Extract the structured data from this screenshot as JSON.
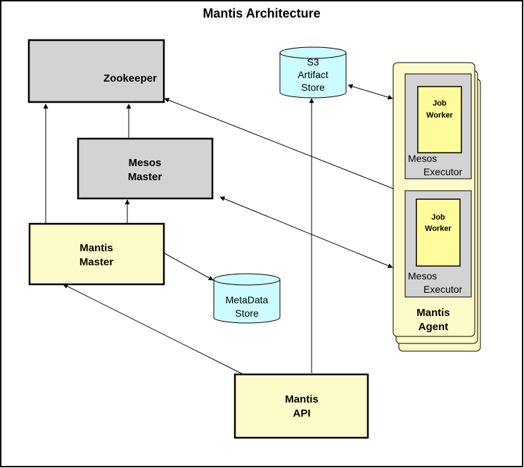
{
  "title": "Mantis Architecture",
  "zookeeper": {
    "label": "Zookeeper"
  },
  "mesos_master": {
    "line1": "Mesos",
    "line2": "Master"
  },
  "mantis_master": {
    "line1": "Mantis",
    "line2": "Master"
  },
  "mantis_api": {
    "line1": "Mantis",
    "line2": "API"
  },
  "s3_store": {
    "line1": "S3",
    "line2": "Artifact",
    "line3": "Store"
  },
  "metadata_store": {
    "line1": "MetaData",
    "line2": "Store"
  },
  "mantis_agent": {
    "line1": "Mantis",
    "line2": "Agent",
    "executors": [
      {
        "worker_line1": "Job",
        "worker_line2": "Worker",
        "exec_line1": "Mesos",
        "exec_line2": "Executor"
      },
      {
        "worker_line1": "Job",
        "worker_line2": "Worker",
        "exec_line1": "Mesos",
        "exec_line2": "Executor"
      }
    ]
  },
  "colors": {
    "gray_box": "#d3d3d3",
    "yellow_box": "#fdfbc8",
    "job_worker": "#fdfb9a",
    "cylinder": "#ccfcfd",
    "border": "#000000"
  }
}
